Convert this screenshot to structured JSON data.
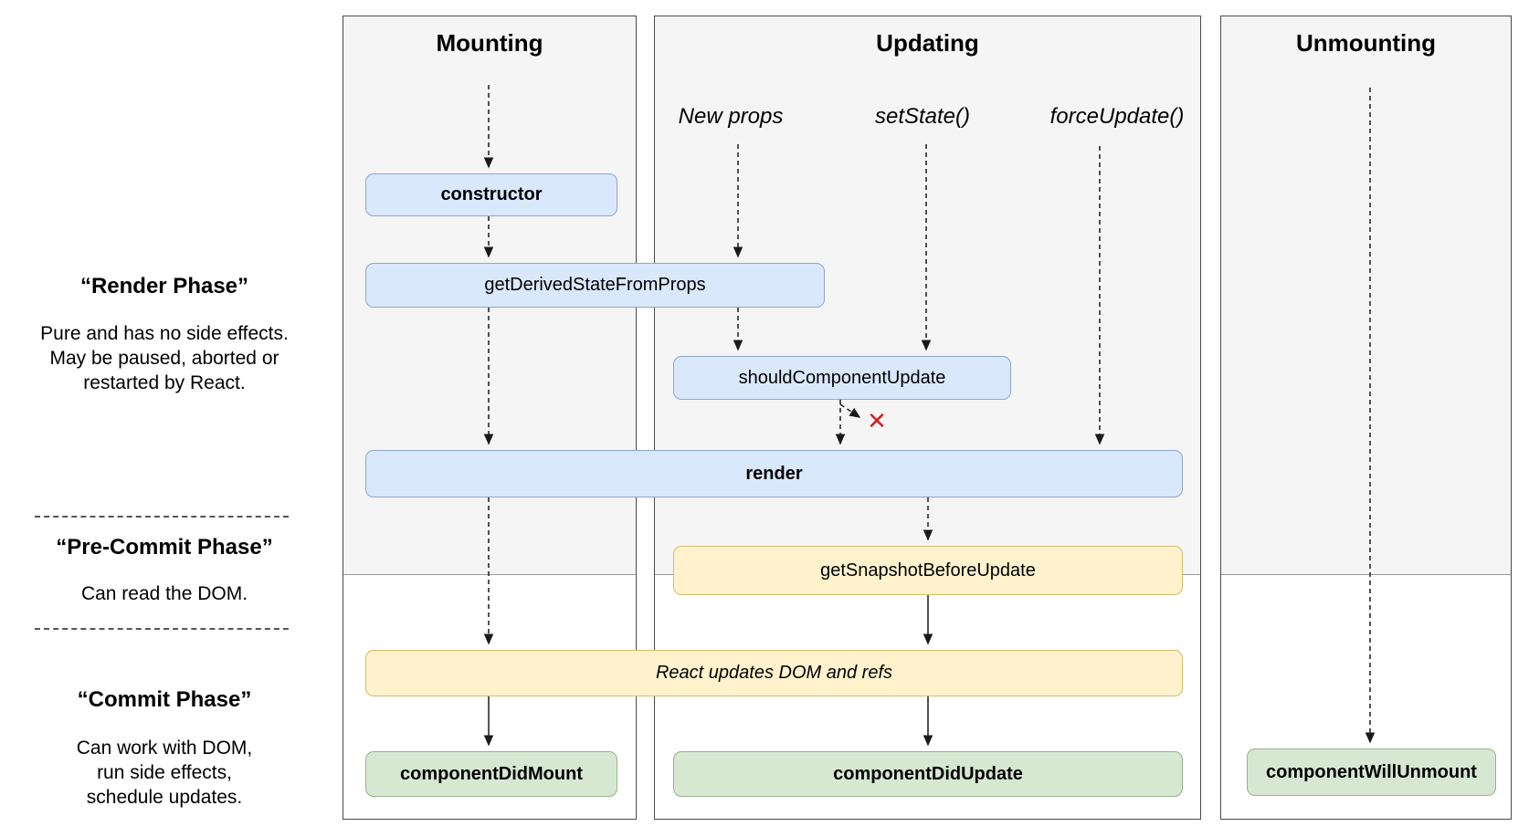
{
  "diagram": {
    "columns": [
      {
        "title": "Mounting"
      },
      {
        "title": "Updating"
      },
      {
        "title": "Unmounting"
      }
    ],
    "triggers": [
      "New props",
      "setState()",
      "forceUpdate()"
    ],
    "boxes": [
      {
        "label": "constructor"
      },
      {
        "label": "getDerivedStateFromProps"
      },
      {
        "label": "shouldComponentUpdate"
      },
      {
        "label": "render"
      },
      {
        "label": "getSnapshotBeforeUpdate"
      },
      {
        "label": "React updates DOM and refs"
      },
      {
        "label": "componentDidMount"
      },
      {
        "label": "componentDidUpdate"
      },
      {
        "label": "componentWillUnmount"
      }
    ],
    "phases": [
      {
        "title": "“Render Phase”",
        "description": "Pure and has no side effects.\nMay be paused, aborted or\nrestarted by React."
      },
      {
        "title": "“Pre-Commit Phase”",
        "description": "Can read the DOM."
      },
      {
        "title": "“Commit Phase”",
        "description": "Can work with DOM,\nrun side effects,\nschedule updates."
      }
    ],
    "abort_icon": "✕",
    "colors": {
      "method_blue": "#dae8fc",
      "effect_yellow": "#fff2cc",
      "commit_green": "#d6e8d2",
      "phase_gray": "#f5f5f5",
      "abort_red": "#d02020"
    }
  }
}
